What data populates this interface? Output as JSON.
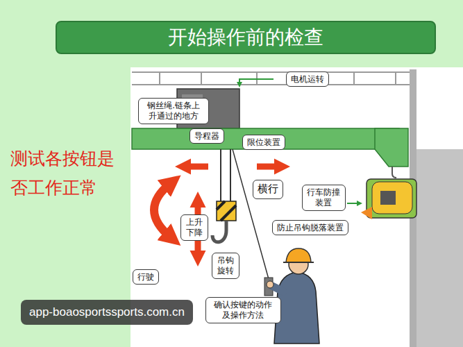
{
  "diagram": {
    "title": "开始操作前的检查",
    "nodes": [
      {
        "text": [
          "电机运转"
        ]
      },
      {
        "text": [
          "钢丝绳.链条上升通过的地方"
        ]
      },
      {
        "text": [
          "导程器"
        ]
      },
      {
        "text": [
          "限位装置"
        ]
      },
      {
        "text": [
          "横行"
        ]
      },
      {
        "text": [
          "行车防撞装置"
        ]
      },
      {
        "text": [
          "上升下降"
        ]
      },
      {
        "text": [
          "防止吊钩脱落装置"
        ]
      },
      {
        "text": [
          "吊钩旋转"
        ]
      },
      {
        "text": [
          "行驶"
        ]
      },
      {
        "text": [
          "确认按键的动作及操作方法"
        ]
      }
    ],
    "labels": [
      "测试各按钮是否工作正常",
      "app-boaosportssports.com.cn"
    ]
  }
}
